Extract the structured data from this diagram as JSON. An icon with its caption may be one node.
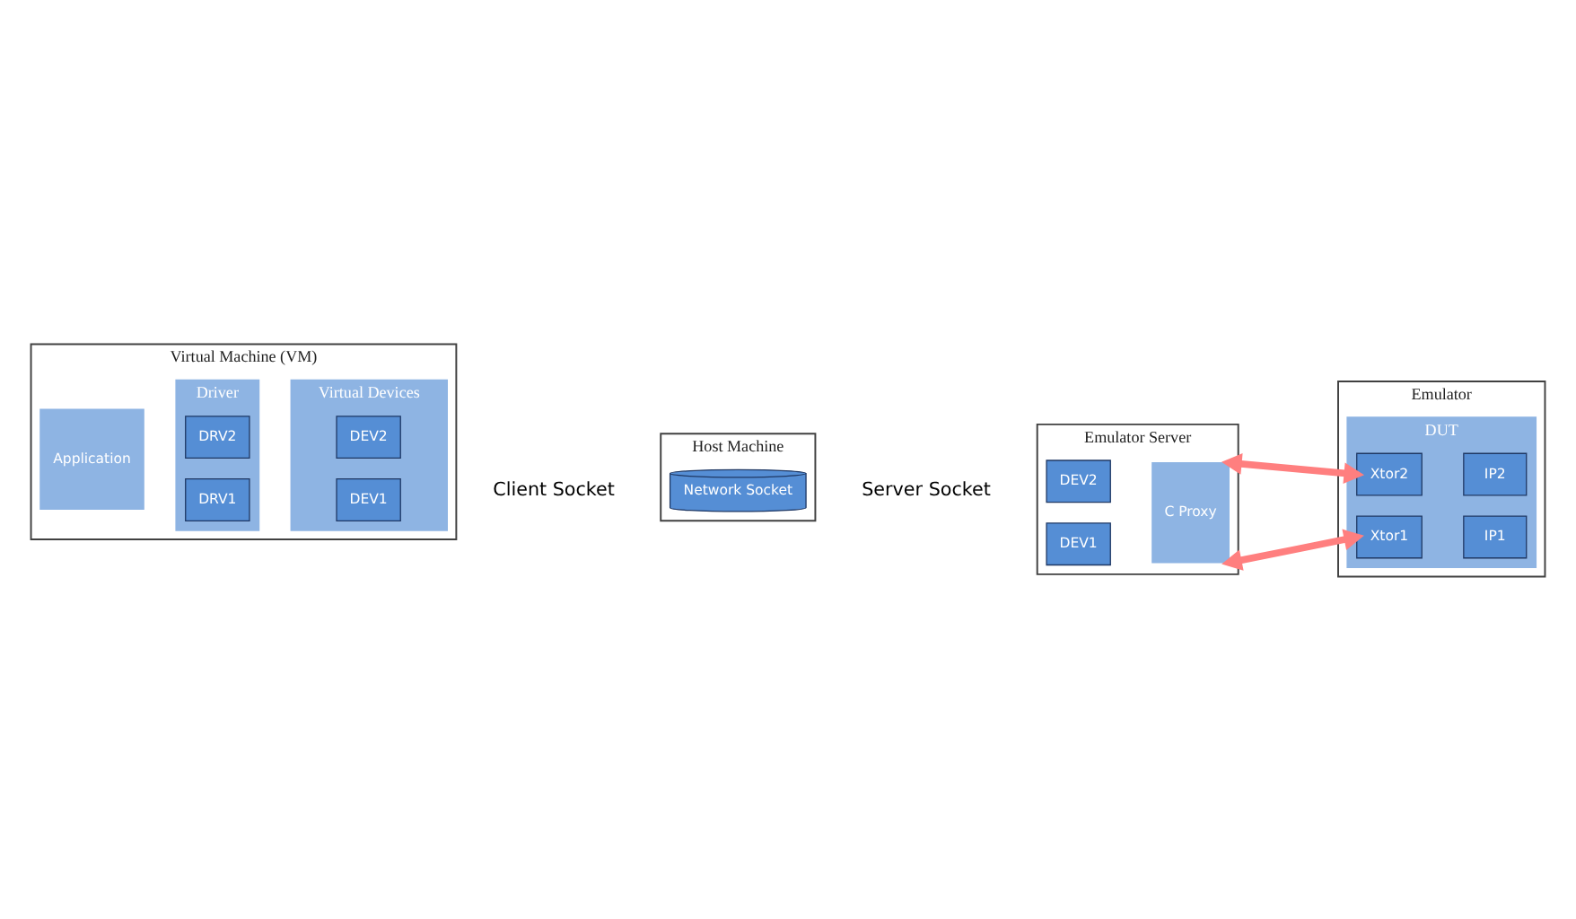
{
  "diagram": {
    "nodes": [
      {
        "text": [
          "Virtual Machine (VM)"
        ]
      },
      {
        "text": [
          "Application"
        ],
        "in": 0
      },
      {
        "text": [
          "Driver"
        ],
        "in": 0
      },
      {
        "text": [
          "DRV2"
        ],
        "in": 2
      },
      {
        "text": [
          "DRV1"
        ],
        "in": 2
      },
      {
        "text": [
          "Virtual Devices"
        ],
        "in": 0
      },
      {
        "text": [
          "DEV2"
        ],
        "in": 5
      },
      {
        "text": [
          "DEV1"
        ],
        "in": 5
      },
      {
        "text": [
          "Host Machine"
        ]
      },
      {
        "text": [
          "Network Socket"
        ],
        "in": 8
      },
      {
        "text": [
          "Emulator Server"
        ]
      },
      {
        "text": [
          "DEV2"
        ],
        "in": 10
      },
      {
        "text": [
          "DEV1"
        ],
        "in": 10
      },
      {
        "text": [
          "C Proxy"
        ],
        "in": 10
      },
      {
        "text": [
          "Emulator"
        ]
      },
      {
        "text": [
          "DUT"
        ],
        "in": 14
      },
      {
        "text": [
          "Xtor2"
        ],
        "in": 15
      },
      {
        "text": [
          "IP2"
        ],
        "in": 15
      },
      {
        "text": [
          "Xtor1"
        ],
        "in": 15
      },
      {
        "text": [
          "IP1"
        ],
        "in": 15
      }
    ],
    "edges": [
      {
        "from": 13,
        "to": 16,
        "arrow": "both",
        "color": "#ff7f7f"
      },
      {
        "from": 13,
        "to": 18,
        "arrow": "both",
        "color": "#ff7f7f"
      }
    ],
    "labels": [
      "Client Socket",
      "Server Socket"
    ]
  }
}
